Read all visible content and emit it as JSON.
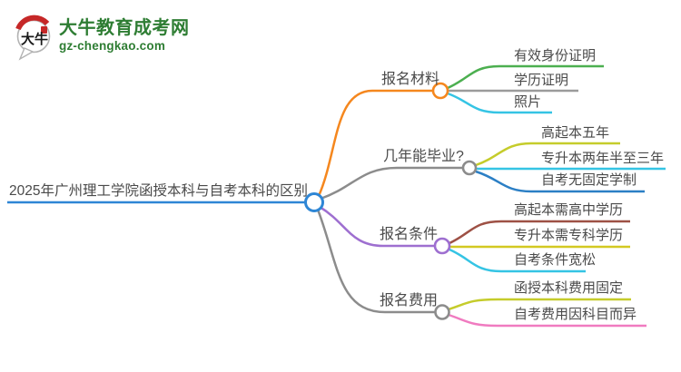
{
  "logo": {
    "icon_text": "大牛",
    "title": "大牛教育成考网",
    "domain": "gz-chengkao.com",
    "brand_color": "#2E7D33",
    "accent_red": "#C62828",
    "bubble_gray": "#B3B3B3"
  },
  "mindmap": {
    "root": {
      "label": "2025年广州理工学院函授本科与自考本科的区别",
      "color": "#2E86D5"
    },
    "branches": [
      {
        "label": "报名材料",
        "color": "#F5871E",
        "children": [
          {
            "label": "有效身份证明",
            "color": "#4CAF50"
          },
          {
            "label": "学历证明",
            "color": "#9B9B9B"
          },
          {
            "label": "照片",
            "color": "#35C4E4"
          }
        ]
      },
      {
        "label": "几年能毕业?",
        "color": "#8C8C8C",
        "children": [
          {
            "label": "高起本五年",
            "color": "#C5CC2B"
          },
          {
            "label": "专升本两年半至三年",
            "color": "#35C4E4"
          },
          {
            "label": "自考无固定学制",
            "color": "#2B7FC5"
          }
        ]
      },
      {
        "label": "报名条件",
        "color": "#9E6FD0",
        "children": [
          {
            "label": "高起本需高中学历",
            "color": "#9E5145"
          },
          {
            "label": "专升本需专科学历",
            "color": "#D3C922"
          },
          {
            "label": "自考条件宽松",
            "color": "#35C4E4"
          }
        ]
      },
      {
        "label": "报名费用",
        "color": "#8C8C8C",
        "children": [
          {
            "label": "函授本科费用固定",
            "color": "#C5CC2B"
          },
          {
            "label": "自考费用因科目而异",
            "color": "#F07BC0"
          }
        ]
      }
    ]
  }
}
